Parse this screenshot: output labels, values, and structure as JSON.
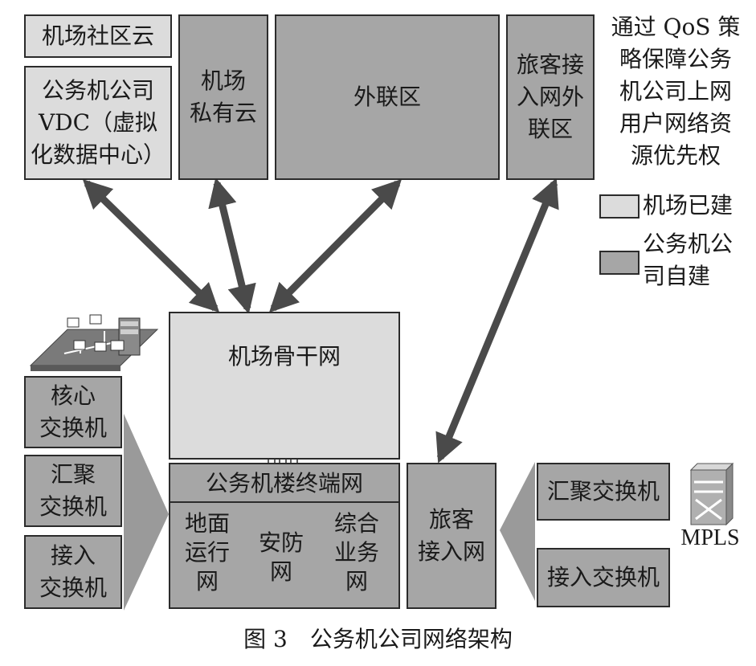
{
  "cloud_boxes": {
    "community_cloud": "机场社区云",
    "vdc": "公务机公司\nVDC（虚拟\n化数据中心）",
    "private_cloud": "机场\n私有云",
    "external_zone": "外联区",
    "passenger_external": "旅客接\n入网外\n联区"
  },
  "note": "通过 QoS 策\n略保障公务\n机公司上网\n用户网络资\n源优先权",
  "legend": {
    "built_by_airport": "机场已建",
    "built_by_company": "公务机公\n司自建",
    "colors": {
      "light": "#dcdcdc",
      "dark": "#a6a6a6"
    }
  },
  "backbone": {
    "title": "机场骨干网",
    "icon": "router-icon"
  },
  "left_switches": [
    "核心\n交换机",
    "汇聚\n交换机",
    "接入\n交换机"
  ],
  "terminal_network": {
    "title": "公务机楼终端网",
    "subnets": [
      "地面\n运行\n网",
      "安防\n网",
      "综合\n业务\n网"
    ]
  },
  "passenger_access": "旅客\n接入网",
  "right_switches": [
    "汇聚交换机",
    "接入交换机"
  ],
  "mpls_label": "MPLS",
  "caption": "图 3　公务机公司网络架构"
}
